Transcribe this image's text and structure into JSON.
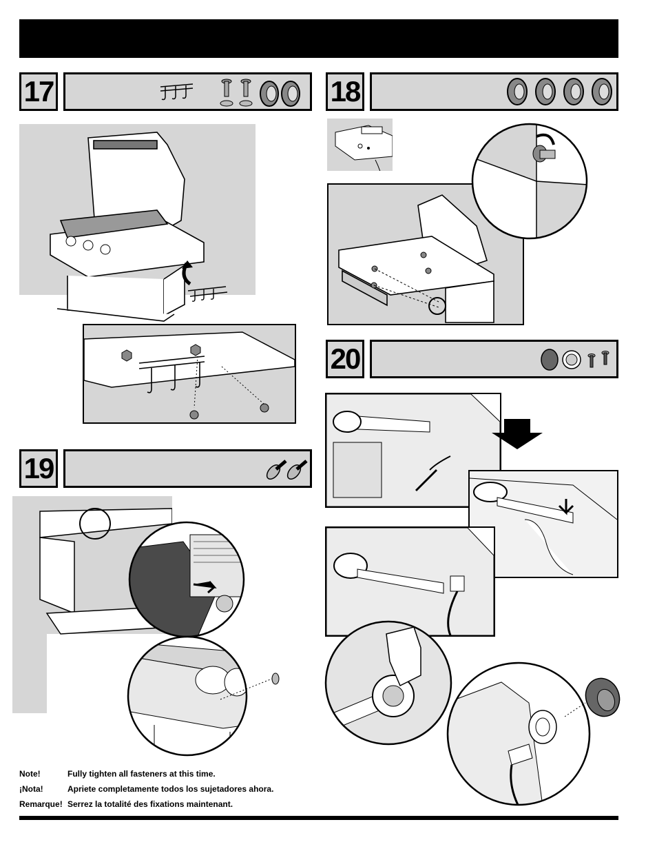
{
  "steps": {
    "s17": {
      "number": "17"
    },
    "s18": {
      "number": "18"
    },
    "s19": {
      "number": "19"
    },
    "s20": {
      "number": "20"
    }
  },
  "notes": [
    {
      "key": "Note!",
      "text": "Fully tighten all fasteners at this time."
    },
    {
      "key": "¡Nota!",
      "text": "Apriete completamente todos los sujetadores ahora."
    },
    {
      "key": "Remarque!",
      "text": "Serrez la totalité des fixations maintenant."
    }
  ],
  "icons": [
    "hook-icon",
    "bolt-icon",
    "washer-icon",
    "nut-icon",
    "screw-icon",
    "knob-icon",
    "bezel-icon"
  ],
  "colors": {
    "panel": "#d6d6d6",
    "bar": "#000000"
  }
}
